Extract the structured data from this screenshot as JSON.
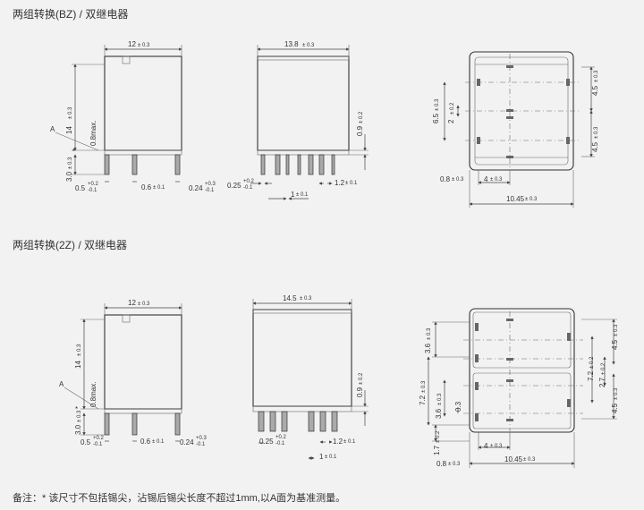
{
  "section_bz": {
    "title": "两组转换(BZ) / 双继电器"
  },
  "section_2z": {
    "title": "两组转换(2Z) / 双继电器"
  },
  "labels": {
    "A": "A",
    "max": "0.8max.",
    "star": "*"
  },
  "bz": {
    "width_12": "12",
    "width_12_tol": "± 0.3",
    "height_14": "14",
    "height_14_tol": "± 0.3",
    "pin_30": "3.0",
    "pin_30_tol": "± 0.3",
    "pin_05": "0.5",
    "pin_05_tol_up": "+0.2",
    "pin_05_tol_dn": "-0.1",
    "pin_06": "0.6",
    "pin_06_tol": "± 0.1",
    "pin_024": "0.24",
    "pin_024_tol_up": "+0.3",
    "pin_024_tol_dn": "-0.1",
    "width_138": "13.8",
    "width_138_tol": "± 0.3",
    "gap_09": "0.9",
    "gap_09_tol": "± 0.2",
    "pin_025": "0.25",
    "pin_025_tol_up": "+0.2",
    "pin_025_tol_dn": "-0.1",
    "pitch_1": "1",
    "pitch_1_tol": "± 0.1",
    "pitch_12": "1.2",
    "pitch_12_tol": "± 0.1",
    "fp_65": "6.5",
    "fp_65_tol": "± 0.3",
    "fp_2": "2",
    "fp_2_tol": "± 0.2",
    "fp_45a": "4.5",
    "fp_45a_tol": "± 0.3",
    "fp_45b": "4.5",
    "fp_45b_tol": "± 0.3",
    "fp_08": "0.8",
    "fp_08_tol": "± 0.3",
    "fp_4": "4",
    "fp_4_tol": "± 0.3",
    "fp_1045": "10.45",
    "fp_1045_tol": "± 0.3"
  },
  "z2": {
    "width_12": "12",
    "width_12_tol": "± 0.3",
    "height_14": "14",
    "height_14_tol": "± 0.3",
    "pin_30": "3.0",
    "pin_30_tol": "± 0.3",
    "pin_05": "0.5",
    "pin_05_tol_up": "+0.2",
    "pin_05_tol_dn": "-0.1",
    "pin_06": "0.6",
    "pin_06_tol": "± 0.1",
    "pin_024": "0.24",
    "pin_024_tol_up": "+0.3",
    "pin_024_tol_dn": "-0.1",
    "width_145": "14.5",
    "width_145_tol": "± 0.3",
    "gap_09": "0.9",
    "gap_09_tol": "± 0.2",
    "pin_025": "0.25",
    "pin_025_tol_up": "+0.2",
    "pin_025_tol_dn": "-0.1",
    "pitch_1": "1",
    "pitch_1_tol": "± 0.1",
    "pitch_12": "1.2",
    "pitch_12_tol": "± 0.1",
    "fp_36a": "3.6",
    "fp_36a_tol": "± 0.3",
    "fp_72a": "7.2",
    "fp_72a_tol": "± 0.3",
    "fp_36b": "3.6",
    "fp_36b_tol": "± 0.3",
    "fp_03": "0.3",
    "fp_17": "1.7",
    "fp_17_tol": "± 0.2",
    "fp_45a": "4.5",
    "fp_45a_tol": "± 0.3",
    "fp_72b": "7.2",
    "fp_72b_tol": "± 0.2",
    "fp_27": "2.7",
    "fp_27_tol": "± 0.2",
    "fp_45b": "4.5",
    "fp_45b_tol": "± 0.3",
    "fp_4": "4",
    "fp_4_tol": "± 0.3",
    "fp_08": "0.8",
    "fp_08_tol": "± 0.3",
    "fp_1045": "10.45",
    "fp_1045_tol": "± 0.3"
  },
  "footnote": "备注：* 该尺寸不包括锡尖，沾锡后锡尖长度不超过1mm,以A面为基准测量。"
}
